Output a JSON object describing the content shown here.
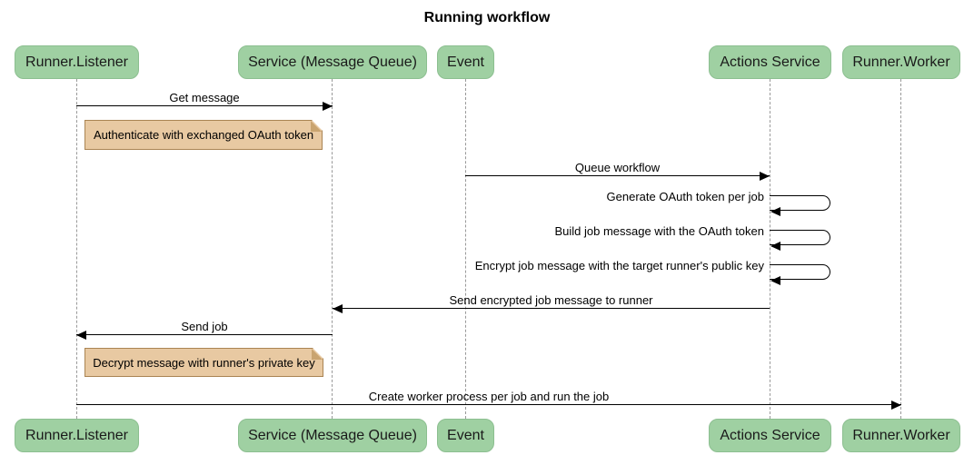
{
  "title": "Running workflow",
  "participants": [
    {
      "label": "Runner.Listener"
    },
    {
      "label": "Service (Message Queue)"
    },
    {
      "label": "Event"
    },
    {
      "label": "Actions Service"
    },
    {
      "label": "Runner.Worker"
    }
  ],
  "messages": [
    {
      "kind": "arrow",
      "label": "Get message",
      "from": "Runner.Listener",
      "to": "Service (Message Queue)",
      "direction": "right"
    },
    {
      "kind": "note",
      "label": "Authenticate with exchanged OAuth token",
      "position": "right of Runner.Listener"
    },
    {
      "kind": "arrow",
      "label": "Queue workflow",
      "from": "Event",
      "to": "Actions Service",
      "direction": "right"
    },
    {
      "kind": "self",
      "label": "Generate OAuth token per job",
      "actor": "Actions Service"
    },
    {
      "kind": "self",
      "label": "Build job message with the OAuth token",
      "actor": "Actions Service"
    },
    {
      "kind": "self",
      "label": "Encrypt job message with the target runner's public key",
      "actor": "Actions Service"
    },
    {
      "kind": "arrow",
      "label": "Send encrypted job message to runner",
      "from": "Actions Service",
      "to": "Service (Message Queue)",
      "direction": "left"
    },
    {
      "kind": "arrow",
      "label": "Send job",
      "from": "Service (Message Queue)",
      "to": "Runner.Listener",
      "direction": "left"
    },
    {
      "kind": "note",
      "label": "Decrypt message with runner's private key",
      "position": "right of Runner.Listener"
    },
    {
      "kind": "arrow",
      "label": "Create worker process per job and run the job",
      "from": "Runner.Listener",
      "to": "Runner.Worker",
      "direction": "right"
    }
  ],
  "colors": {
    "participant_fill": "#9fd0a2",
    "participant_border": "#8cbf90",
    "note_fill": "#e8c9a2",
    "note_border": "#aa8453",
    "message_line": "#000000",
    "lifeline": "#999999",
    "background": "#ffffff"
  }
}
